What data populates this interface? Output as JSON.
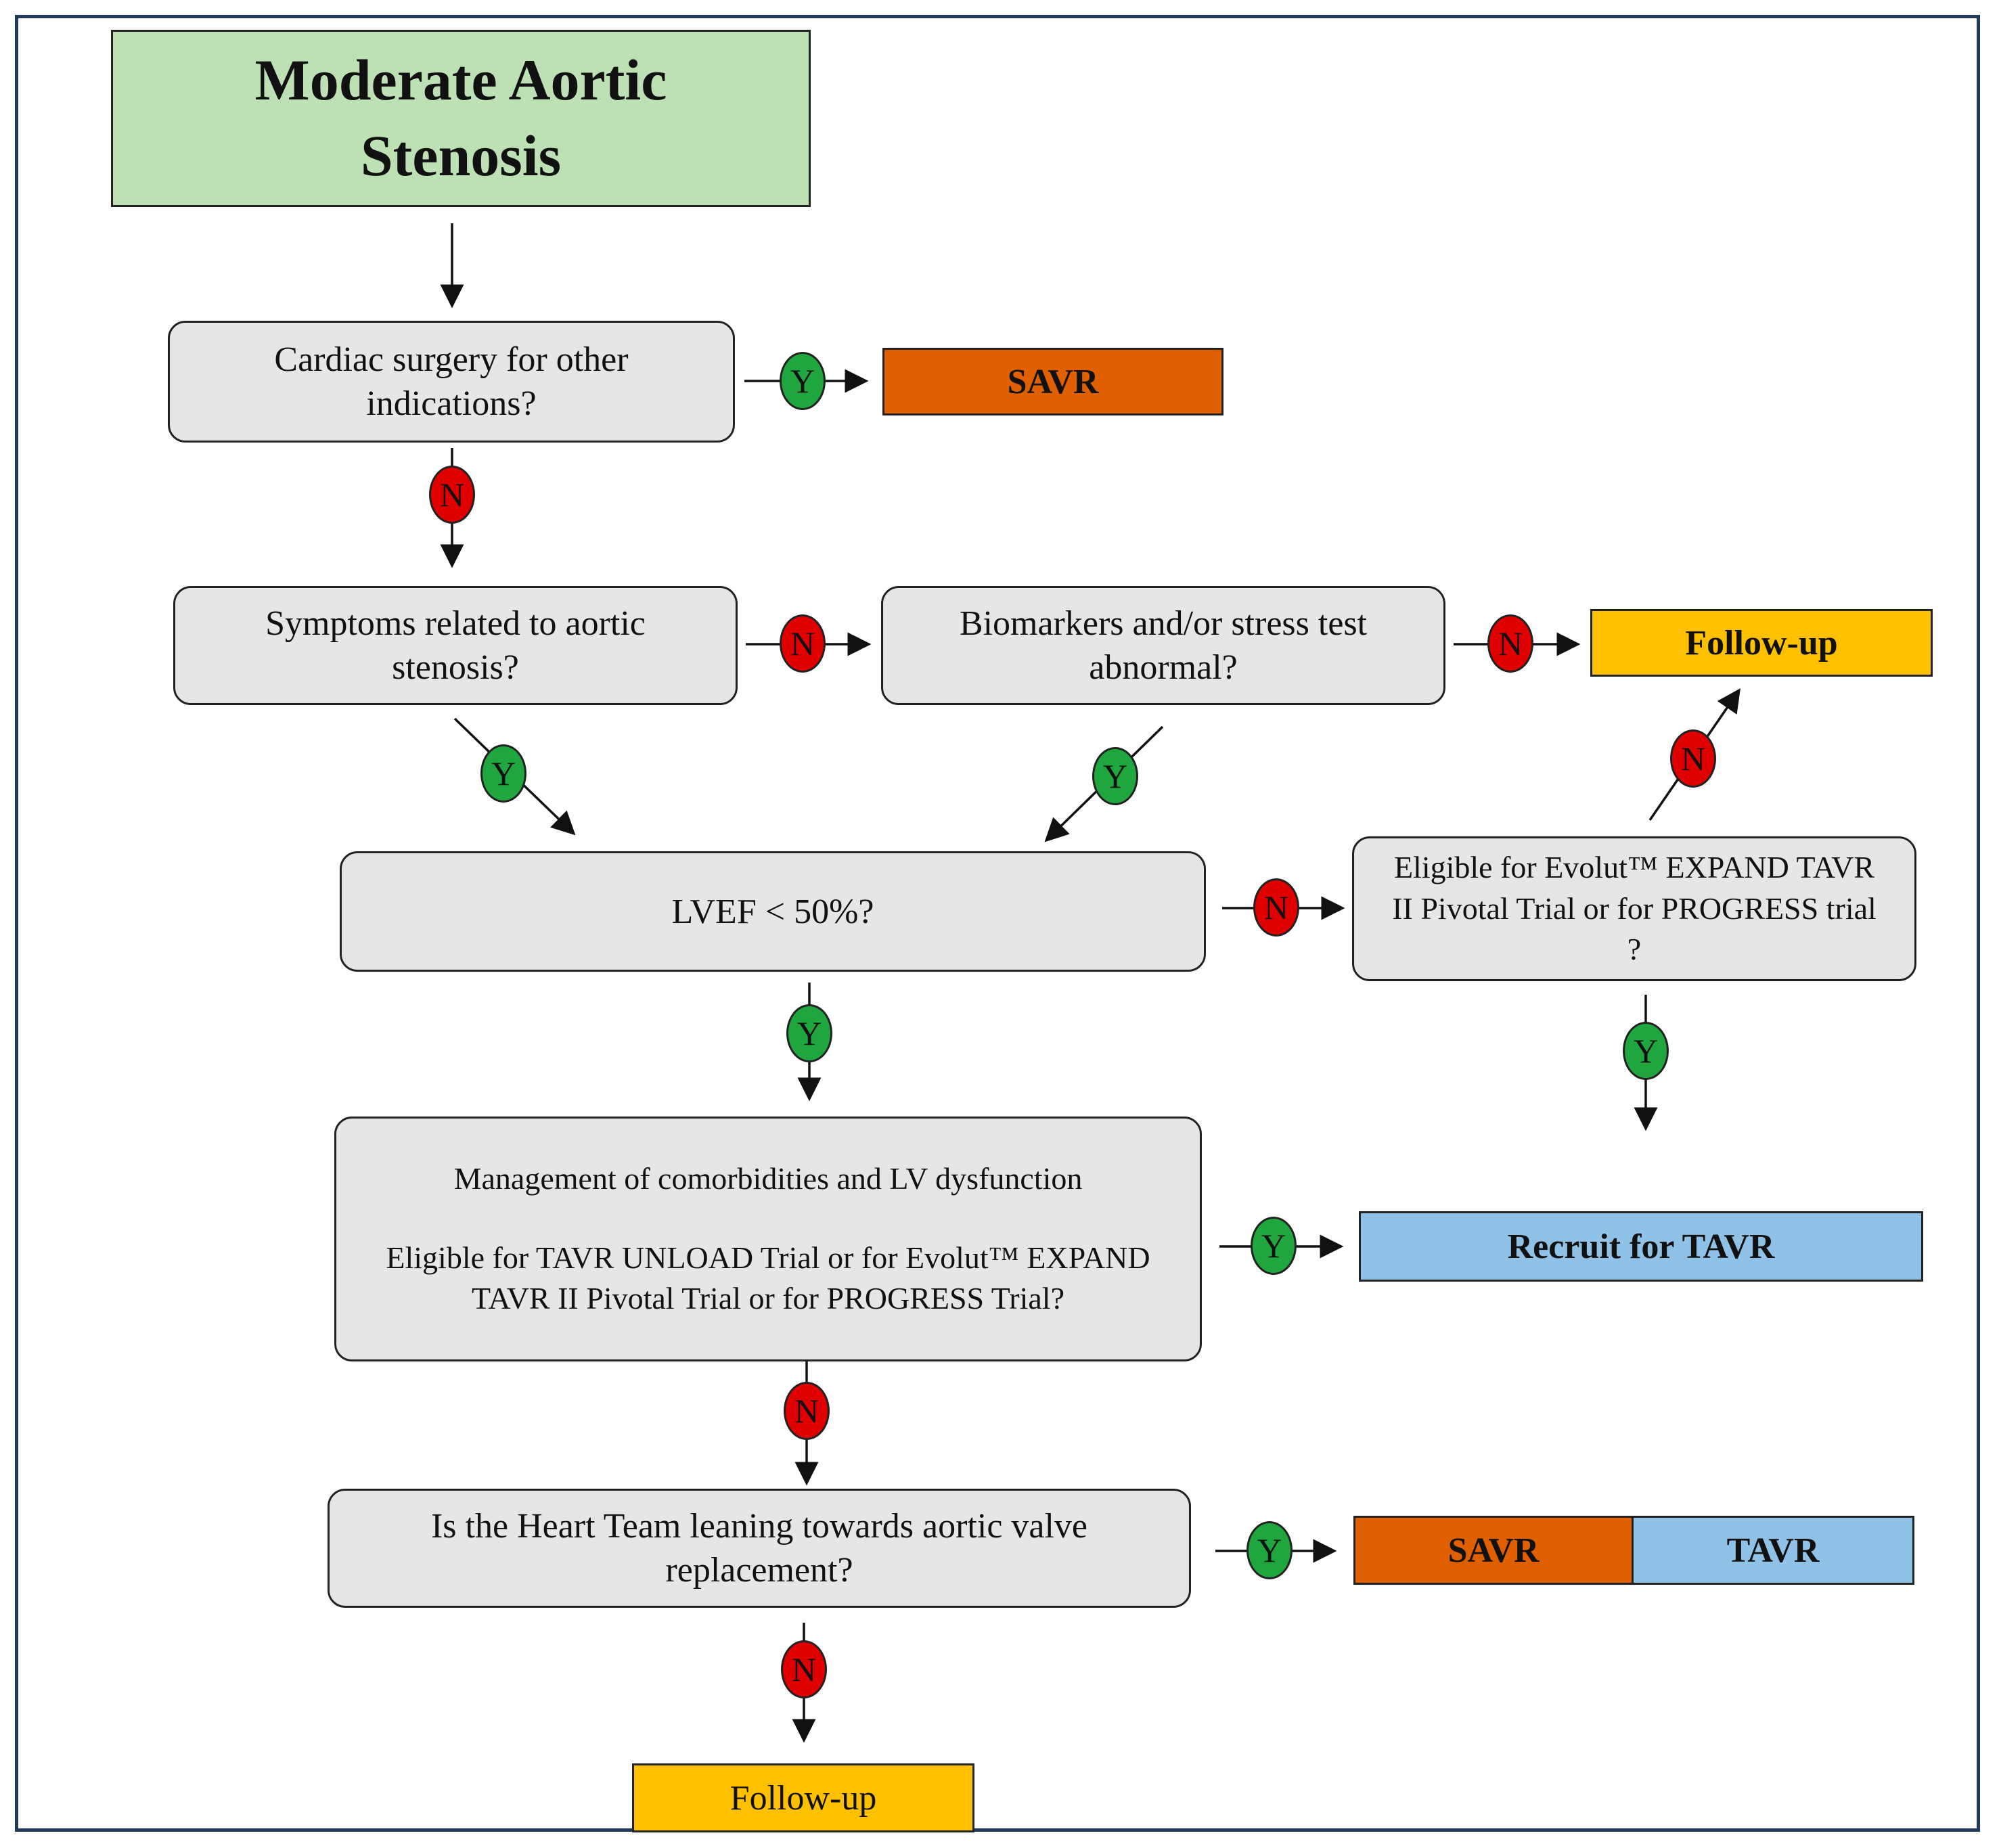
{
  "title": {
    "line1": "Moderate Aortic",
    "line2": "Stenosis"
  },
  "questions": {
    "cardiac_surgery": "Cardiac surgery for other indications?",
    "symptoms": "Symptoms related to aortic stenosis?",
    "biomarkers": "Biomarkers and/or stress test abnormal?",
    "lvef": "LVEF < 50%?",
    "eligible_expand": "Eligible for Evolut™ EXPAND TAVR II Pivotal Trial or for PROGRESS trial ?",
    "management": "Management of comorbidities and LV dysfunction",
    "eligible_unload": "Eligible for TAVR UNLOAD Trial or for Evolut™ EXPAND TAVR II Pivotal Trial or for PROGRESS Trial?",
    "heart_team": "Is the Heart Team leaning towards aortic valve replacement?"
  },
  "outcomes": {
    "savr_top": "SAVR",
    "follow_up_top": "Follow-up",
    "recruit": "Recruit for TAVR",
    "savr_bottom": "SAVR",
    "tavr_bottom": "TAVR",
    "follow_up_bottom": "Follow-up"
  },
  "badges": {
    "yes": "Y",
    "no": "N"
  },
  "colors": {
    "title_bg": "#bde0b5",
    "question_bg": "#e6e6e6",
    "savr": "#e06000",
    "follow_up": "#ffc000",
    "tavr": "#8fc2e6",
    "yes_badge": "#1fa63f",
    "no_badge": "#e00000",
    "frame": "#1f3a5a"
  }
}
